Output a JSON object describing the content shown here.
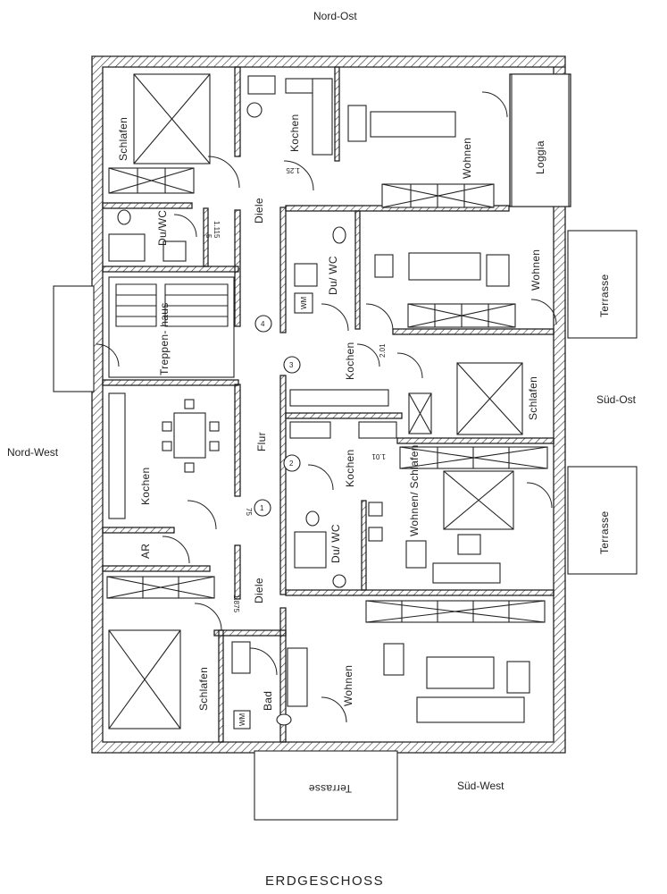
{
  "directions": {
    "north_east": "Nord-Ost",
    "north_west": "Nord-West",
    "south_east": "Süd-Ost",
    "south_west": "Süd-West"
  },
  "floor_title": "ERDGESCHOSS",
  "rooms": {
    "schlafen_top_left": "Schlafen",
    "kochen_top": "Kochen",
    "wohnen_top_right": "Wohnen",
    "loggia": "Loggia",
    "du_wc_top_left": "Du/WC",
    "diele_top": "Diele",
    "du_wc_middle": "Du/ WC",
    "wohnen_middle_right": "Wohnen",
    "treppenhaus": "Treppen- haus",
    "kochen_middle": "Kochen",
    "schlafen_middle_right": "Schlafen",
    "kochen_left": "Kochen",
    "flur": "Flur",
    "kochen_lower_middle": "Kochen",
    "wohnen_schlafen": "Wohnen/ Schlafen",
    "ar": "AR",
    "du_wc_lower": "Du/ WC",
    "diele_bottom": "Diele",
    "schlafen_bottom_left": "Schlafen",
    "bad": "Bad",
    "wohnen_bottom": "Wohnen",
    "wm_1": "WM",
    "wm_2": "WM"
  },
  "terraces": {
    "terrace_right_upper": "Terrasse",
    "terrace_right_lower": "Terrasse",
    "terrace_bottom": "Terrasse"
  },
  "dimensions": {
    "d_125": "1.25",
    "d_1115": "1.115",
    "d_201": "2.01",
    "d_101": "1.01",
    "d_75": "75",
    "d_1875": "1.875",
    "d_5": "5"
  },
  "apartment_markers": [
    "1",
    "2",
    "3",
    "4"
  ]
}
